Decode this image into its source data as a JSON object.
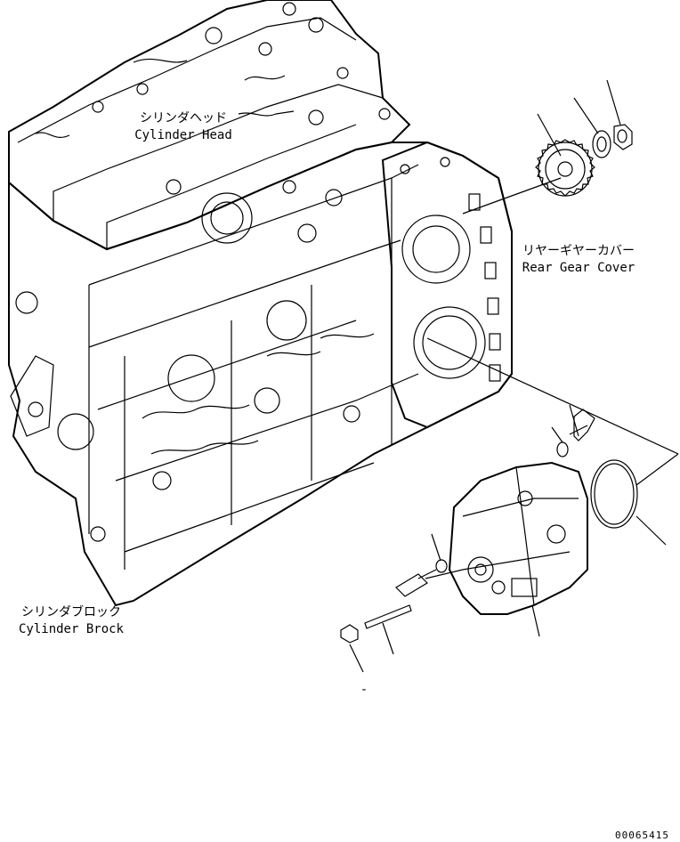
{
  "labels": {
    "cylinder_head": {
      "jp": "シリンダヘッド",
      "en": "Cylinder Head"
    },
    "rear_gear_cover": {
      "jp": "リヤーギヤーカバー",
      "en": "Rear Gear Cover"
    },
    "cylinder_block": {
      "jp": "シリンダブロック",
      "en": "Cylinder Brock"
    }
  },
  "drawing_number": "00065415",
  "callout_dash": "-"
}
